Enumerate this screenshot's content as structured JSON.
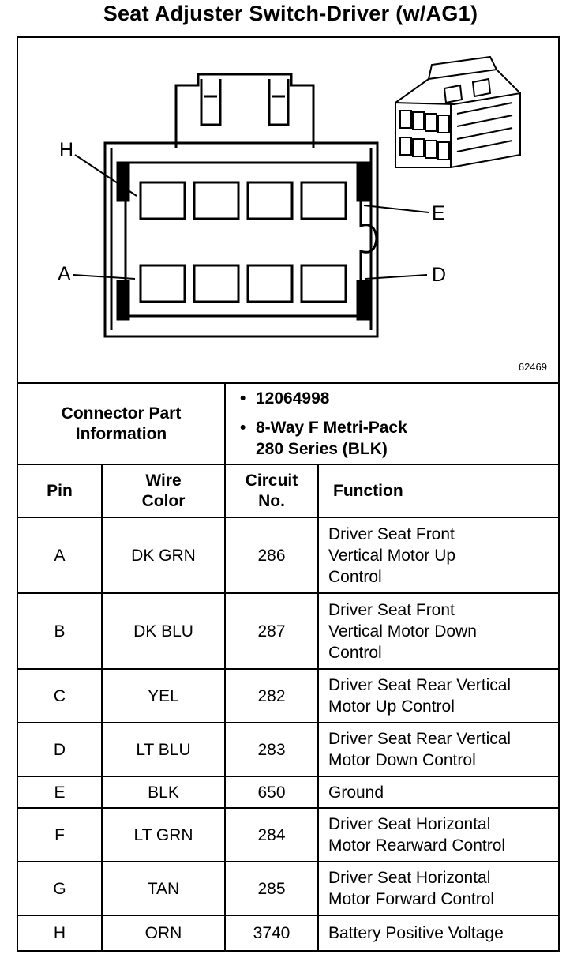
{
  "title": "Seat Adjuster Switch-Driver (w/AG1)",
  "diagram": {
    "figure_number": "62469",
    "pin_labels": {
      "h": "H",
      "e": "E",
      "a": "A",
      "d": "D"
    }
  },
  "connector_info": {
    "label_line1": "Connector Part",
    "label_line2": "Information",
    "part_number": "12064998",
    "description_line1": "8-Way F Metri-Pack",
    "description_line2": "280 Series (BLK)",
    "bullet": "•"
  },
  "table": {
    "headers": {
      "pin": "Pin",
      "wire_color_line1": "Wire",
      "wire_color_line2": "Color",
      "circuit_line1": "Circuit",
      "circuit_line2": "No.",
      "function": "Function"
    },
    "rows": [
      {
        "pin": "A",
        "color": "DK GRN",
        "circuit": "286",
        "function": [
          "Driver Seat Front",
          "Vertical Motor Up",
          "Control"
        ]
      },
      {
        "pin": "B",
        "color": "DK BLU",
        "circuit": "287",
        "function": [
          "Driver Seat Front",
          "Vertical Motor Down",
          "Control"
        ]
      },
      {
        "pin": "C",
        "color": "YEL",
        "circuit": "282",
        "function": [
          "Driver Seat Rear Vertical",
          "Motor Up Control"
        ]
      },
      {
        "pin": "D",
        "color": "LT BLU",
        "circuit": "283",
        "function": [
          "Driver Seat Rear Vertical",
          "Motor Down Control"
        ]
      },
      {
        "pin": "E",
        "color": "BLK",
        "circuit": "650",
        "function": [
          "Ground"
        ]
      },
      {
        "pin": "F",
        "color": "LT GRN",
        "circuit": "284",
        "function": [
          "Driver Seat Horizontal",
          "Motor Rearward Control"
        ]
      },
      {
        "pin": "G",
        "color": "TAN",
        "circuit": "285",
        "function": [
          "Driver Seat Horizontal",
          "Motor Forward Control"
        ]
      },
      {
        "pin": "H",
        "color": "ORN",
        "circuit": "3740",
        "function": [
          "Battery Positive Voltage"
        ]
      }
    ]
  }
}
